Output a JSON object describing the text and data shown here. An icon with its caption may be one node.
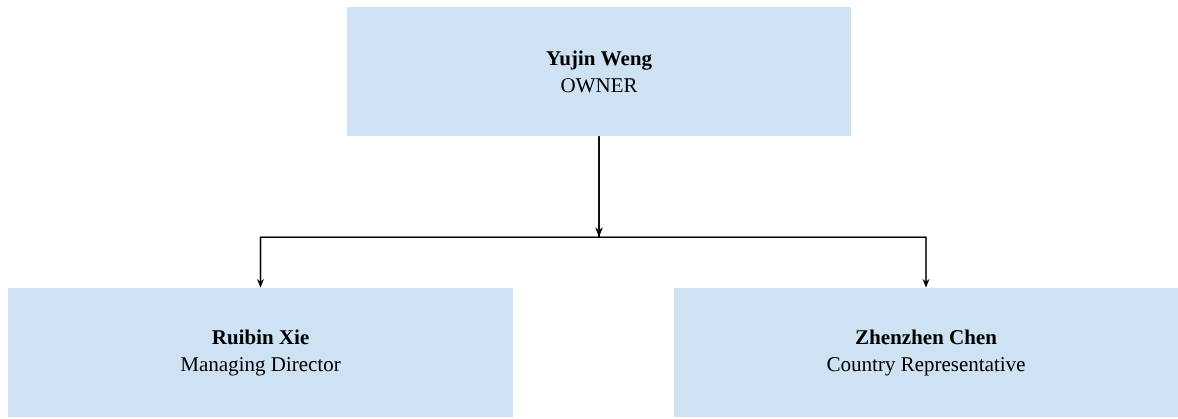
{
  "diagram": {
    "nodes": [
      {
        "text": [
          "Yujin Weng",
          "OWNER"
        ]
      },
      {
        "text": [
          "Ruibin Xie",
          "Managing Director"
        ]
      },
      {
        "text": [
          "Zhenzhen Chen",
          "Country Representative"
        ]
      }
    ],
    "edges": [
      {
        "from": 0,
        "to": 1,
        "arrow": "to"
      },
      {
        "from": 0,
        "to": 2,
        "arrow": "to"
      }
    ]
  }
}
